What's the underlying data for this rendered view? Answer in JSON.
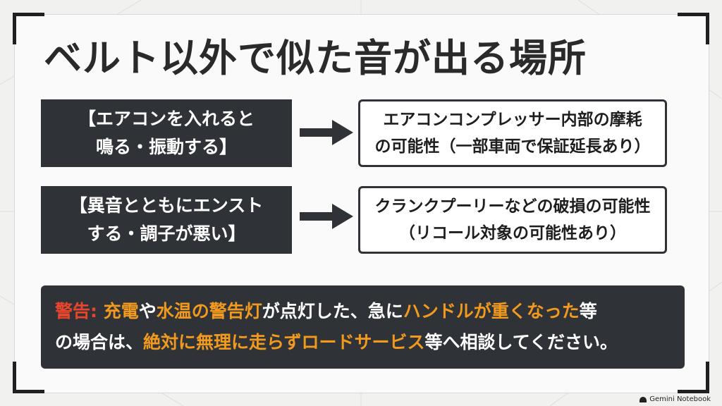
{
  "title": "ベルト以外で似た音が出る場所",
  "rows": [
    {
      "cause": [
        "【エアコンを入れると",
        "鳴る・振動する】"
      ],
      "result": [
        "エアコンコンプレッサー内部の摩耗",
        "の可能性（一部車両で保証延長あり）"
      ]
    },
    {
      "cause": [
        "【異音とともにエンスト",
        "する・調子が悪い】"
      ],
      "result": [
        "クランクプーリーなどの破損の可能性",
        "（リコール対象の可能性あり）"
      ]
    }
  ],
  "warning": {
    "line1": [
      {
        "text": "警告:",
        "color": "red"
      },
      {
        "text": " ",
        "color": "white"
      },
      {
        "text": "充電",
        "color": "orange"
      },
      {
        "text": "や",
        "color": "white"
      },
      {
        "text": "水温の警告灯",
        "color": "orange"
      },
      {
        "text": "が点灯した、急に",
        "color": "white"
      },
      {
        "text": "ハンドルが重くなった",
        "color": "orange"
      },
      {
        "text": "等",
        "color": "white"
      }
    ],
    "line2": [
      {
        "text": "の場合は、",
        "color": "white"
      },
      {
        "text": "絶対に無理に走らずロードサービス",
        "color": "orange"
      },
      {
        "text": "等へ相談してください。",
        "color": "white"
      }
    ]
  },
  "watermark": {
    "text": "Gemini Notebook",
    "icon": "notebook-logo-icon"
  },
  "colors": {
    "accent_red": "#e8452c",
    "accent_orange": "#f29a1e",
    "dark_box": "#2f3236"
  }
}
